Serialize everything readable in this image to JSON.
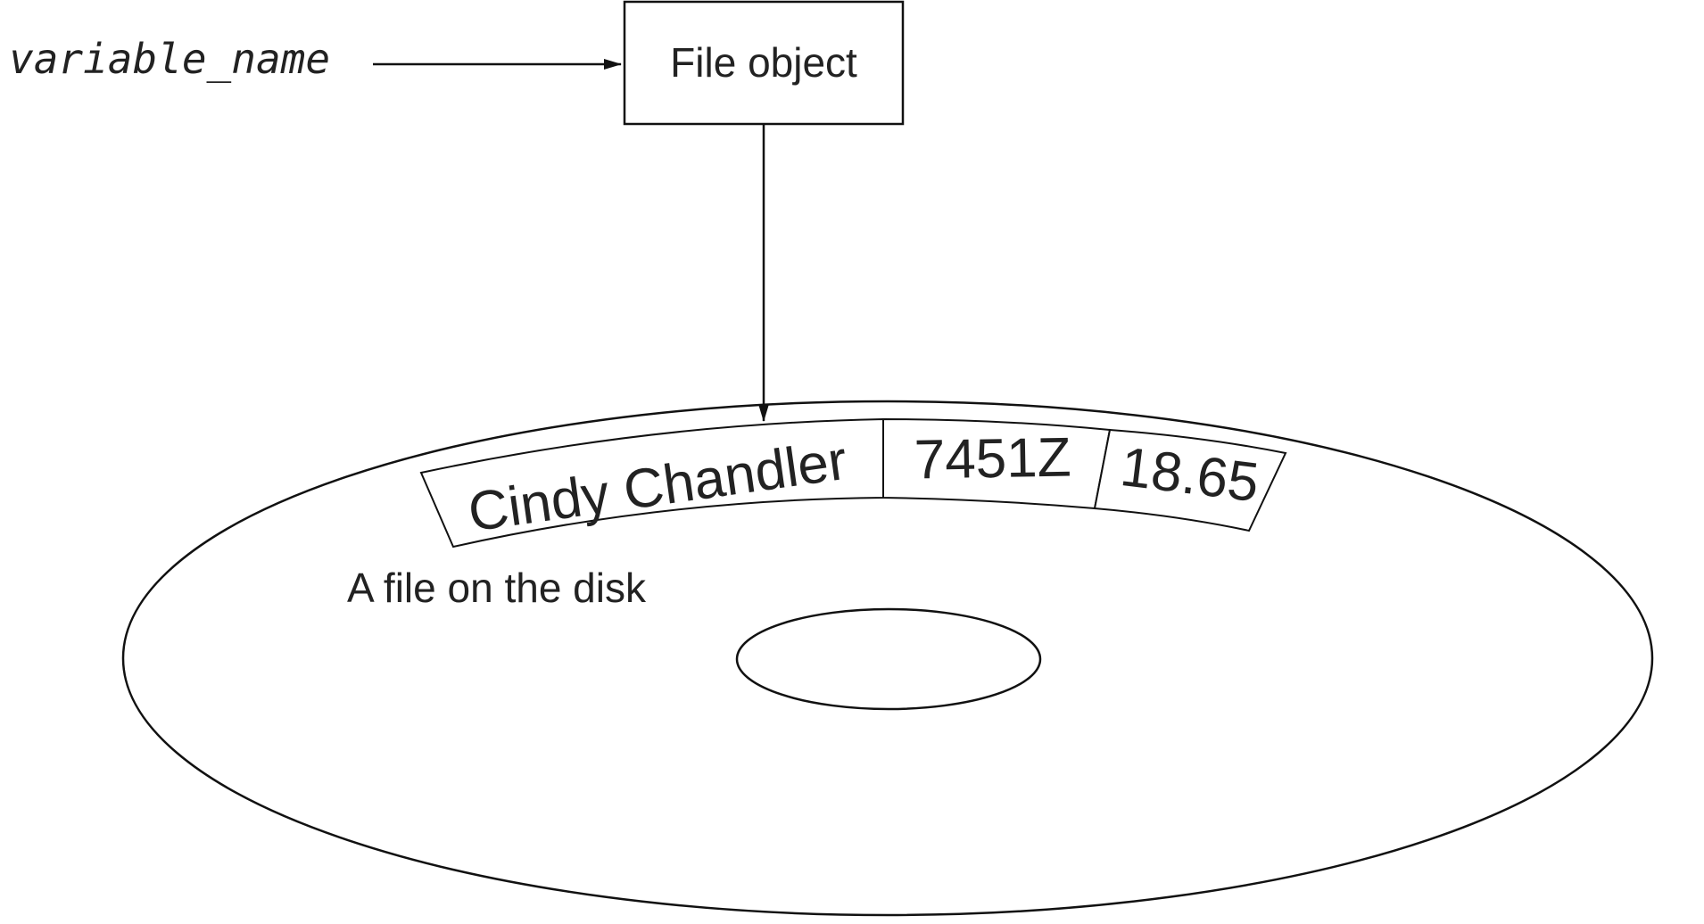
{
  "variable_label": "variable_name",
  "file_object_label": "File object",
  "disk_label": "A file on the disk",
  "record_fields": [
    "Cindy Chandler",
    "7451Z",
    "18.65"
  ]
}
